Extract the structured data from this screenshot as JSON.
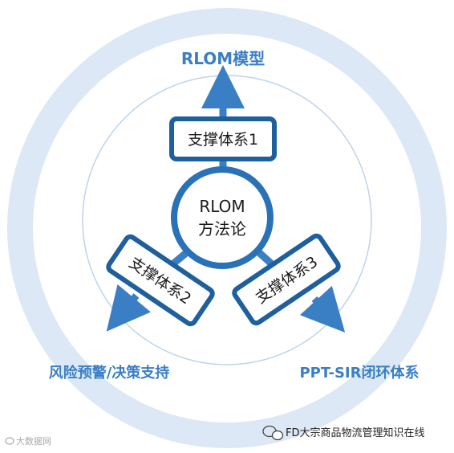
{
  "diagram": {
    "center": {
      "line1": "RLOM",
      "line2": "方法论"
    },
    "targets": {
      "top": "RLOM模型",
      "left": "风险预警/决策支持",
      "right": "PPT-SIR闭环体系"
    },
    "boxes": {
      "top": "支撑体系1",
      "left": "支撑体系2",
      "right": "支撑体系3"
    },
    "colors": {
      "accent": "#3a7fc4",
      "ring": "#dce8f5",
      "box_fill": "#ffffff",
      "box_border": "#1e5f9e"
    }
  },
  "watermarks": {
    "left": "大数据网",
    "right": "FD大宗商品物流管理知识在线"
  }
}
